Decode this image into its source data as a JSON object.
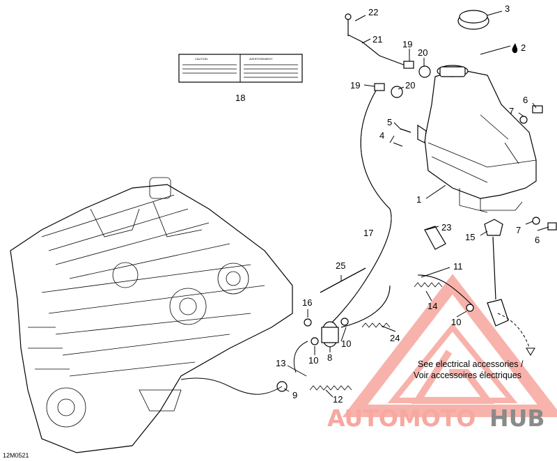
{
  "callouts": {
    "c1": "1",
    "c2": "2",
    "c3": "3",
    "c4": "4",
    "c5": "5",
    "c6a": "6",
    "c6b": "6",
    "c7a": "7",
    "c7b": "7",
    "c8": "8",
    "c9": "9",
    "c10a": "10",
    "c10b": "10",
    "c10c": "10",
    "c11": "11",
    "c12": "12",
    "c13": "13",
    "c14": "14",
    "c15": "15",
    "c16": "16",
    "c17": "17",
    "c18": "18",
    "c19a": "19",
    "c19b": "19",
    "c20a": "20",
    "c20b": "20",
    "c21": "21",
    "c22": "22",
    "c23": "23",
    "c24": "24",
    "c25": "25"
  },
  "note_line1": "See electrical accessories /",
  "note_line2": "Voir accessoires électriques",
  "diagram_code": "12M0521",
  "label_sticker": {
    "left_title": "CAUTION",
    "right_title": "AVERTISSEMENT"
  },
  "watermark": {
    "part1": "AUTOMOTO",
    "part2": "HUB",
    "color_main": "#f7a8a0",
    "color_hub": "#8a8a8a"
  }
}
